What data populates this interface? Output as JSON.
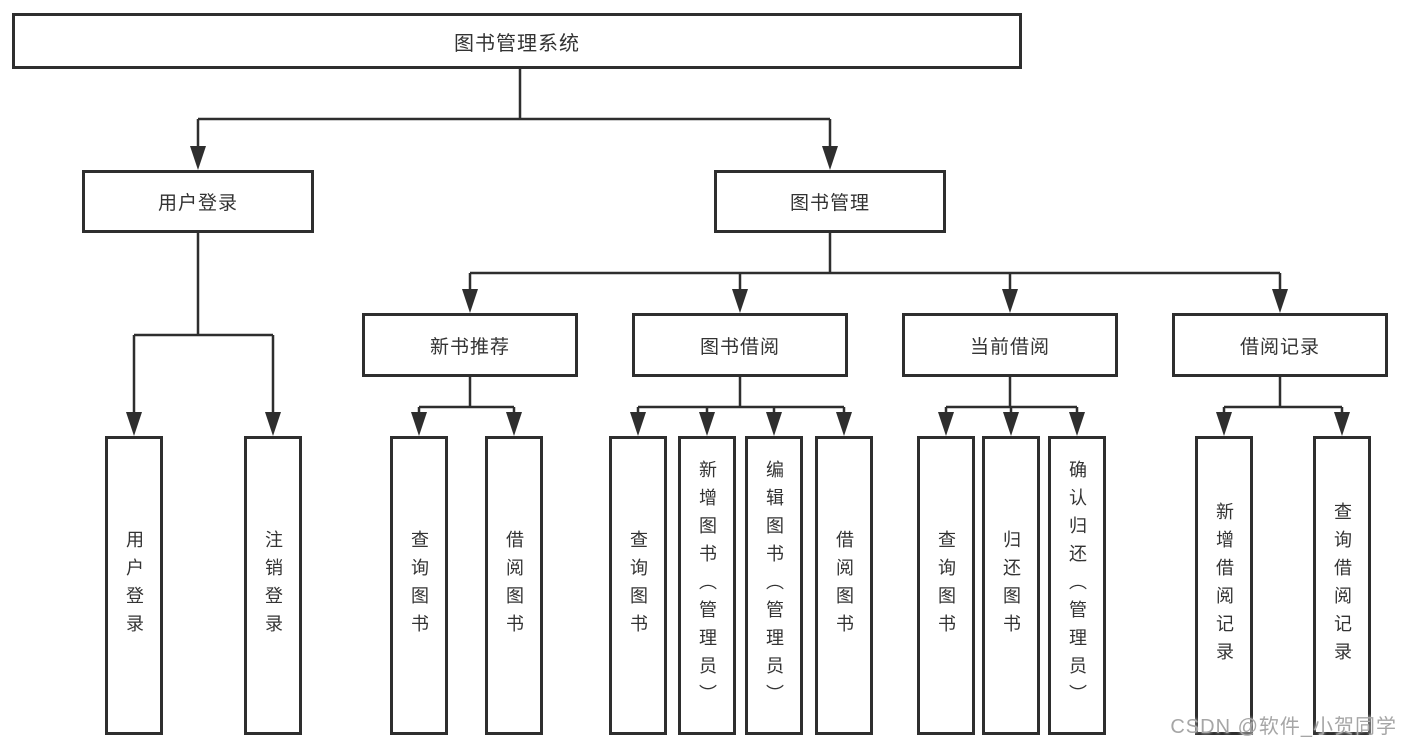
{
  "watermark": "CSDN @软件_小贺同学",
  "colors": {
    "line": "#2e2e2e",
    "box_border": "#2e2e2e",
    "box_fill": "#ffffff",
    "text": "#333333",
    "watermark": "#a6a6a6"
  },
  "tree": {
    "label": "图书管理系统",
    "children": [
      {
        "label": "用户登录",
        "children": [
          {
            "label": "用户登录"
          },
          {
            "label": "注销登录"
          }
        ]
      },
      {
        "label": "图书管理",
        "children": [
          {
            "label": "新书推荐",
            "children": [
              {
                "label": "查询图书"
              },
              {
                "label": "借阅图书"
              }
            ]
          },
          {
            "label": "图书借阅",
            "children": [
              {
                "label": "查询图书"
              },
              {
                "label": "新增图书（管理员）"
              },
              {
                "label": "编辑图书（管理员）"
              },
              {
                "label": "借阅图书"
              }
            ]
          },
          {
            "label": "当前借阅",
            "children": [
              {
                "label": "查询图书"
              },
              {
                "label": "归还图书"
              },
              {
                "label": "确认归还（管理员）"
              }
            ]
          },
          {
            "label": "借阅记录",
            "children": [
              {
                "label": "新增借阅记录"
              },
              {
                "label": "查询借阅记录"
              }
            ]
          }
        ]
      }
    ]
  }
}
